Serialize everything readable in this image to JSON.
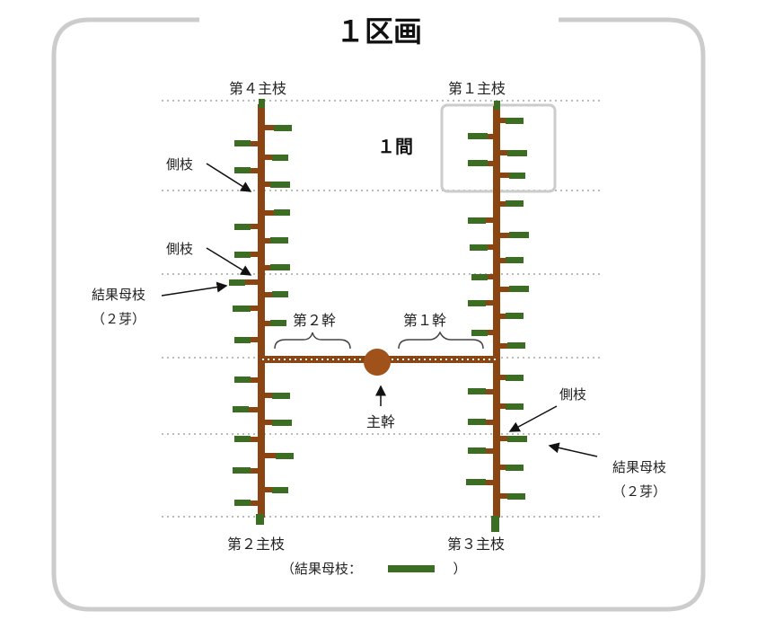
{
  "title": "１区画",
  "span_label": "１間",
  "branch_labels": {
    "top_left": "第４主枝",
    "top_right": "第１主枝",
    "bottom_left": "第２主枝",
    "bottom_right": "第３主枝"
  },
  "trunk_labels": {
    "left": "第２幹",
    "right": "第１幹"
  },
  "main_trunk": "主幹",
  "annotations": {
    "side_branch": "側枝",
    "fruiting_mother_branch": "結果母枝",
    "two_buds": "（２芽）"
  },
  "legend": {
    "prefix": "（結果母枝：",
    "suffix": "）"
  },
  "colors": {
    "branch": "#8b4513",
    "cane": "#3b6e22",
    "grid": "#bbbbbb",
    "frame": "#cccccc"
  }
}
